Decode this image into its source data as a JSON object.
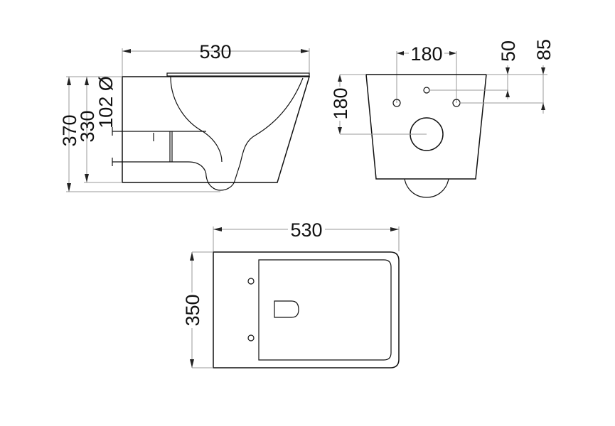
{
  "drawing": {
    "subject": "wall-hung toilet technical drawing",
    "colors": {
      "outline": "#111111",
      "dimension_line": "#9a9a9a",
      "background": "#ffffff"
    },
    "side_view": {
      "width_label": "530",
      "total_height_label": "370",
      "body_height_label": "330",
      "outlet_diameter_label": "102 Ø"
    },
    "rear_view": {
      "bolt_spacing_label": "180",
      "outlet_height_label": "180",
      "inlet_offset_label": "50",
      "bolt_offset_label": "85"
    },
    "top_view": {
      "length_label": "530",
      "width_label": "350"
    }
  }
}
